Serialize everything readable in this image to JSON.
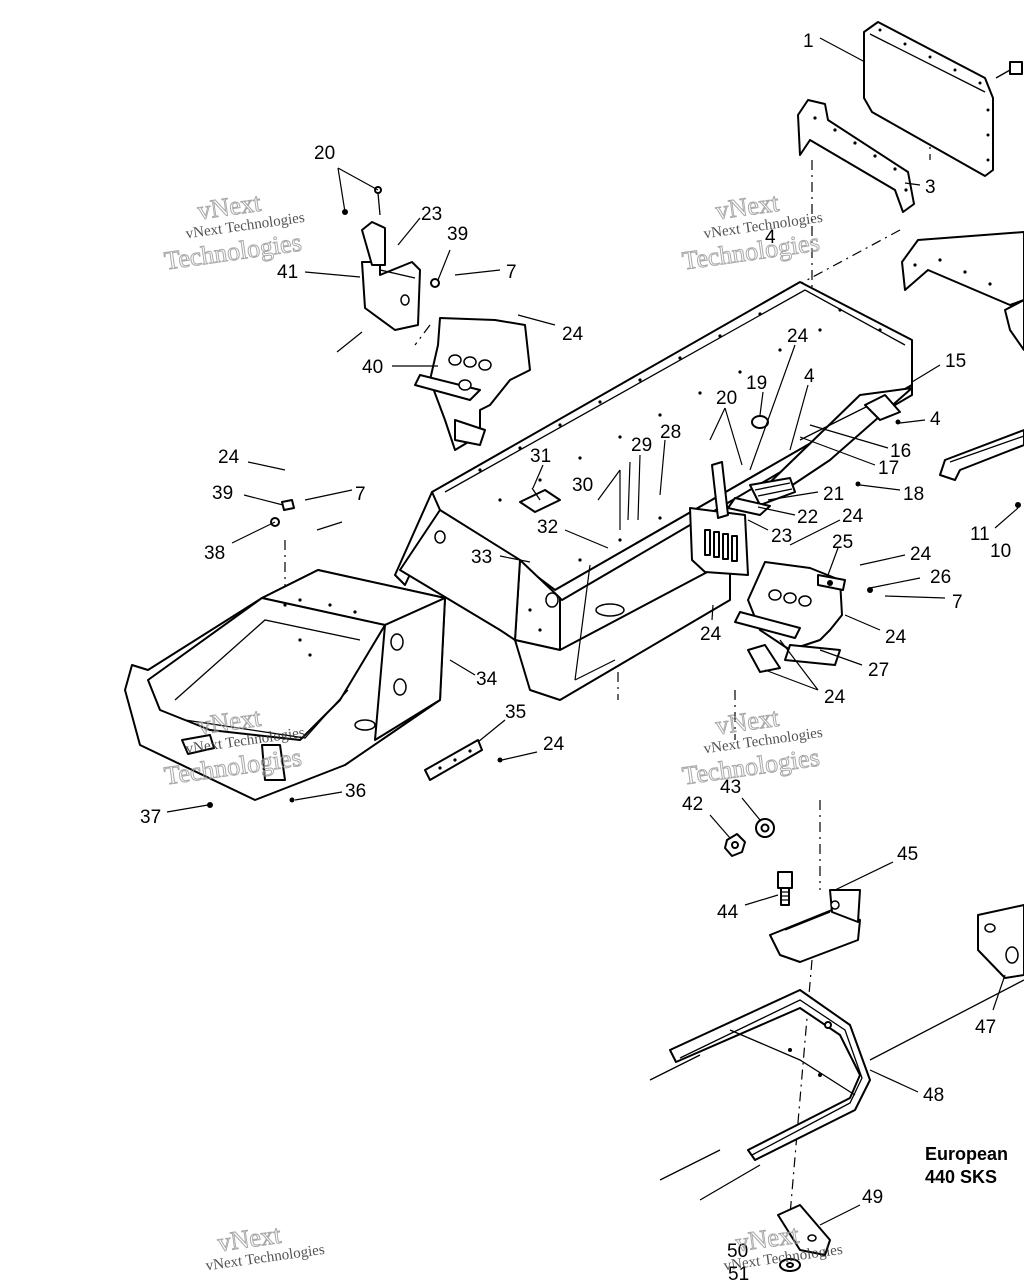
{
  "callouts": [
    "1",
    "3",
    "4",
    "20",
    "23",
    "39",
    "7",
    "41",
    "24",
    "40",
    "15",
    "19",
    "4",
    "16",
    "17",
    "18",
    "24",
    "20",
    "29",
    "28",
    "31",
    "30",
    "21",
    "22",
    "23",
    "32",
    "33",
    "25",
    "24",
    "26",
    "7",
    "24",
    "24",
    "27",
    "24",
    "24",
    "39",
    "7",
    "24",
    "38",
    "34",
    "35",
    "24",
    "36",
    "37",
    "42",
    "43",
    "45",
    "44",
    "47",
    "48",
    "49",
    "50",
    "51",
    "11",
    "10",
    "4"
  ],
  "variant_label": [
    "European",
    "440 SKS"
  ],
  "watermark": {
    "line1": "vNext Technologies",
    "line2": "vNext",
    "line3": "Technologies"
  }
}
